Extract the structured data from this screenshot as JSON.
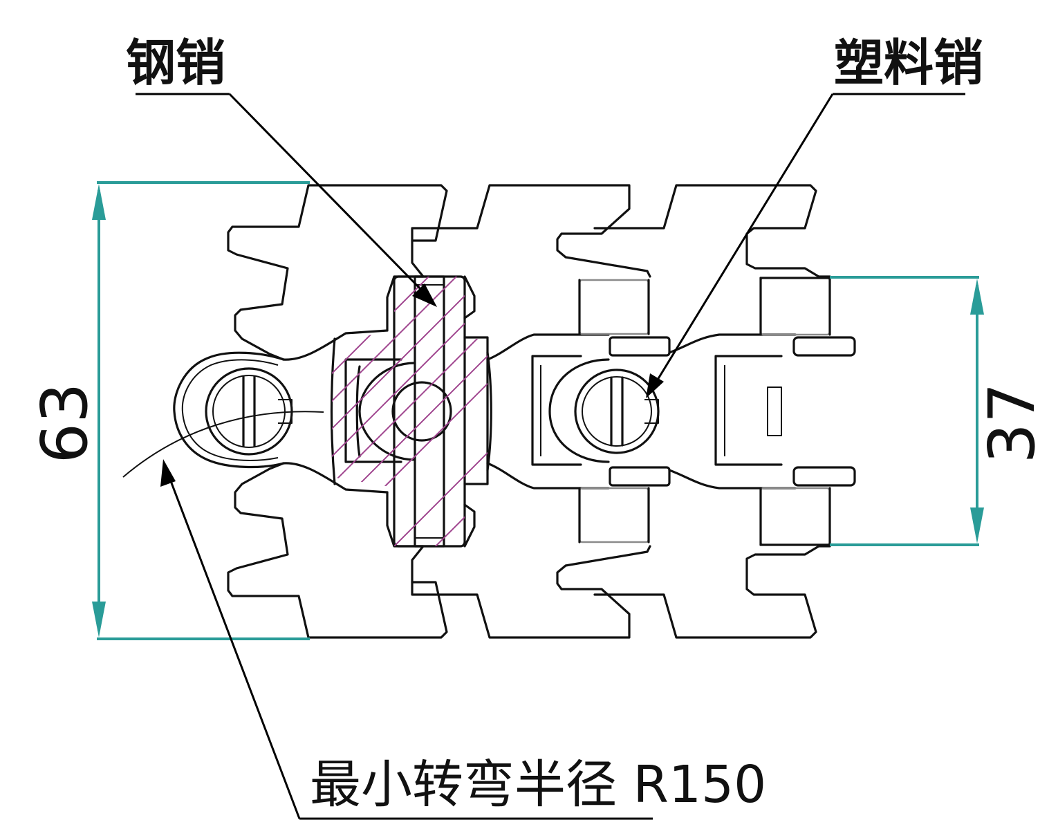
{
  "labels": {
    "steel_pin": "钢销",
    "plastic_pin": "塑料销",
    "min_turn_radius": "最小转弯半径 R150"
  },
  "dimensions": {
    "overall_width": "63",
    "inner_width": "37"
  },
  "colors": {
    "outline": "#111111",
    "dimension": "#2a9c98",
    "hatch": "#a0458f"
  }
}
